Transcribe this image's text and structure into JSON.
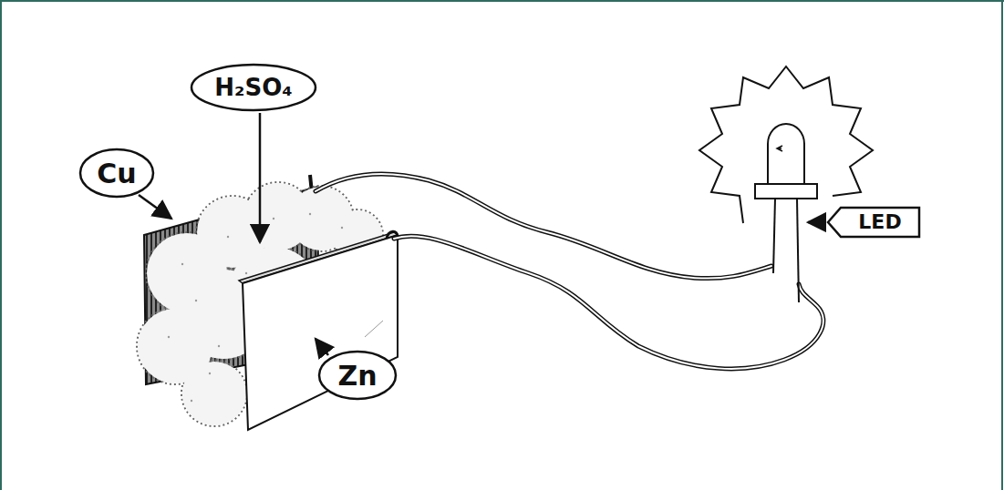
{
  "diagram": {
    "nodes": [
      {
        "text": [
          "H₂SO₄"
        ]
      },
      {
        "text": [
          "Cu"
        ]
      },
      {
        "text": [
          "Zn"
        ]
      },
      {
        "text": [
          "LED"
        ]
      }
    ]
  }
}
